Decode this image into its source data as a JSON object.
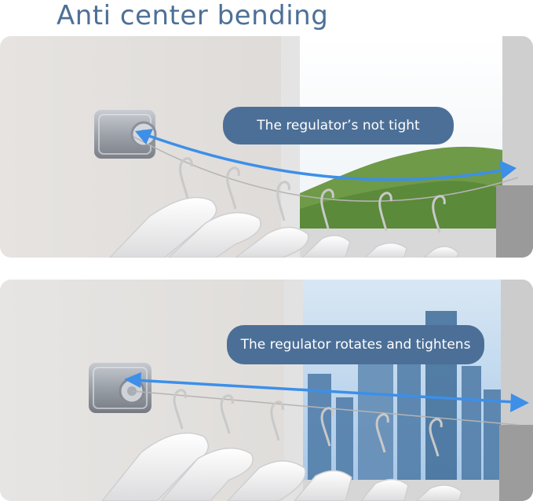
{
  "header": {
    "title": "Anti center bending"
  },
  "panels": [
    {
      "caption": "The regulator’s not tight"
    },
    {
      "caption": "The regulator rotates and tightens"
    }
  ],
  "colors": {
    "title": "#4d7096",
    "bubble": "#4c6f97",
    "arrow": "#3d8fe8",
    "wall": "#e9e6e3",
    "trees": "#6f9a48",
    "sky": "#bcd6ee"
  }
}
